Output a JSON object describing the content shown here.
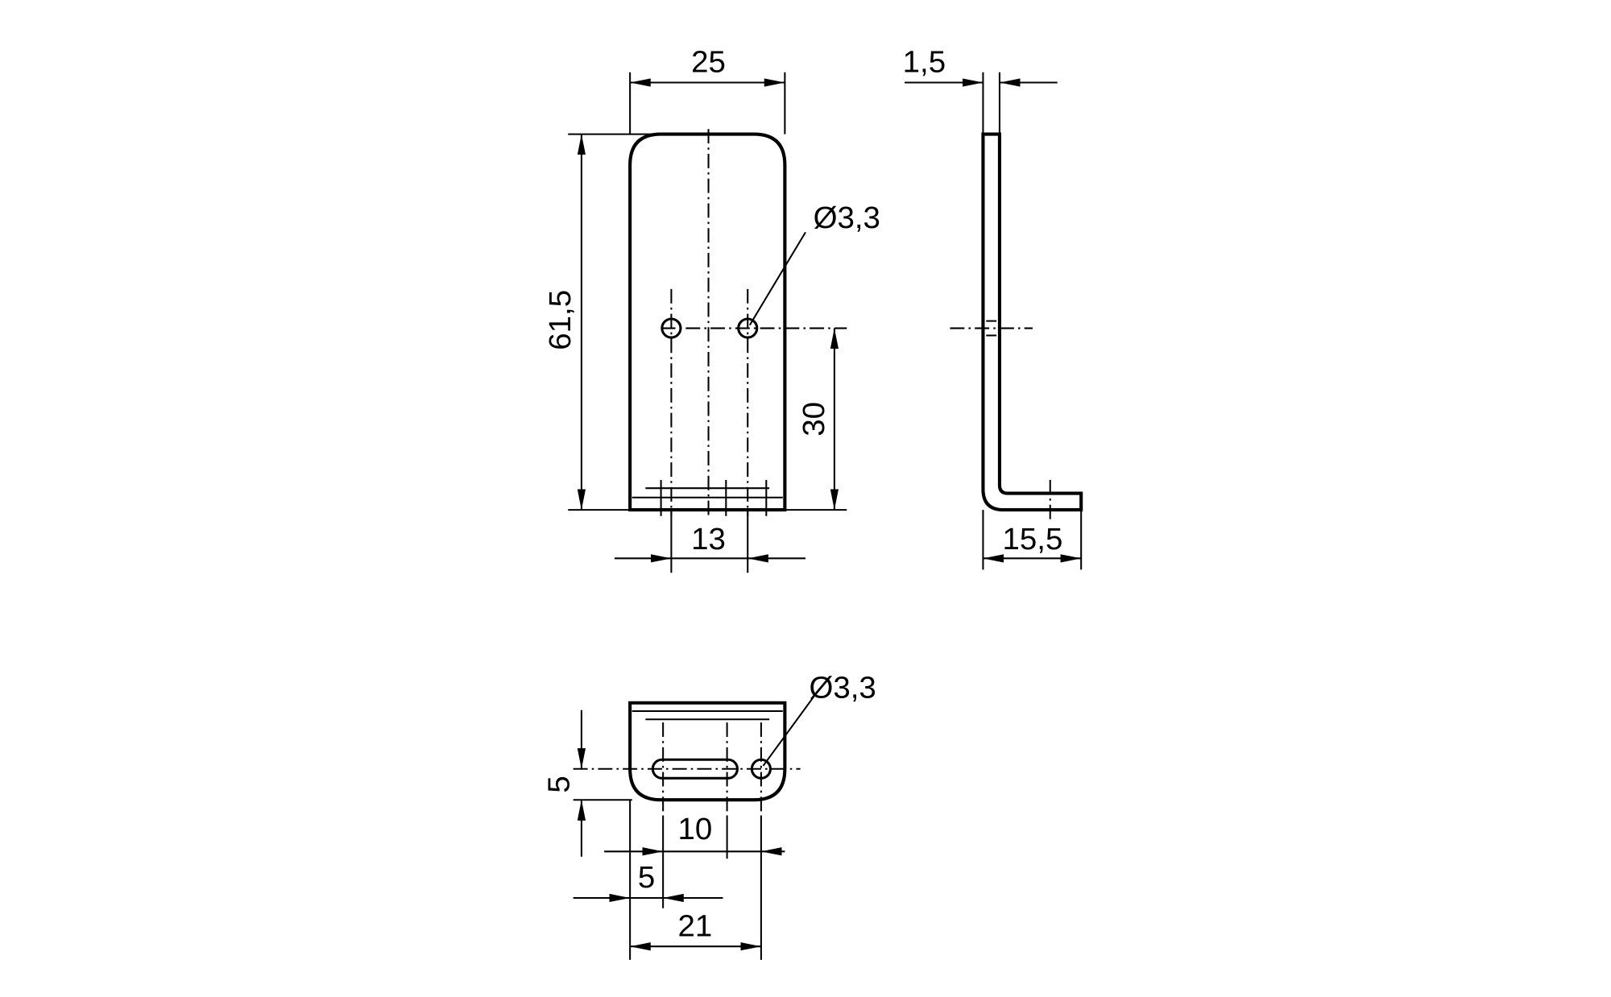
{
  "drawing": {
    "front_view": {
      "width": "25",
      "height": "61,5",
      "hole_height": "30",
      "hole_spacing": "13",
      "hole_diameter": "Ø3,3"
    },
    "side_view": {
      "thickness": "1,5",
      "foot_length": "15,5"
    },
    "bottom_view": {
      "hole_diameter": "Ø3,3",
      "hole_offset_y": "5",
      "slot_length": "10",
      "slot_offset_x": "5",
      "hole_position": "21"
    }
  }
}
